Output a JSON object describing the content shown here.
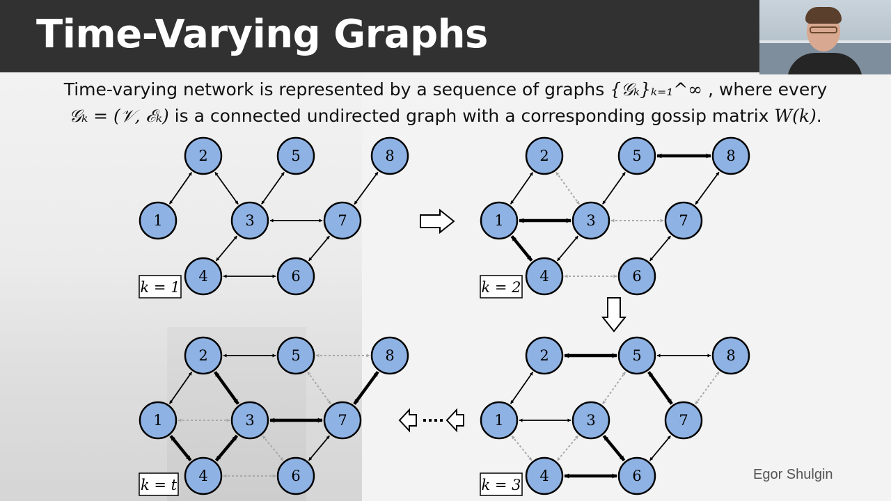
{
  "slide": {
    "title": "Time-Varying Graphs",
    "description_line1": {
      "prefix": "Time-varying network is represented by a sequence of graphs ",
      "math": "{𝒢ₖ}ₖ₌₁^∞",
      "suffix": " , where every"
    },
    "description_line2": {
      "math_prefix": "𝒢ₖ = (𝒱, ℰₖ)",
      "middle": " is a connected undirected graph with a corresponding gossip matrix ",
      "math_suffix": "W(k)",
      "end": "."
    },
    "author": "Egor Shulgin"
  },
  "colors": {
    "title_bar": "#313131",
    "node_fill": "#8eb2e3",
    "solid_edge": "#000000",
    "dotted_edge": "#a8a8a8"
  },
  "graphs": [
    {
      "label": "k = 1",
      "edges": [
        [
          "1",
          "2",
          "thin"
        ],
        [
          "2",
          "3",
          "thin"
        ],
        [
          "3",
          "5",
          "thin"
        ],
        [
          "3",
          "7",
          "thin"
        ],
        [
          "3",
          "4",
          "thin"
        ],
        [
          "4",
          "6",
          "thin"
        ],
        [
          "6",
          "7",
          "thin"
        ],
        [
          "7",
          "8",
          "thin"
        ]
      ]
    },
    {
      "label": "k = 2",
      "edges": [
        [
          "1",
          "2",
          "thin"
        ],
        [
          "2",
          "3",
          "dotted"
        ],
        [
          "1",
          "3",
          "thick"
        ],
        [
          "1",
          "4",
          "thick"
        ],
        [
          "3",
          "4",
          "thin"
        ],
        [
          "3",
          "5",
          "thin"
        ],
        [
          "5",
          "8",
          "thick"
        ],
        [
          "3",
          "7",
          "dotted"
        ],
        [
          "7",
          "8",
          "thin"
        ],
        [
          "4",
          "6",
          "dotted"
        ],
        [
          "6",
          "7",
          "thin"
        ]
      ]
    },
    {
      "label": "k = 3",
      "edges": [
        [
          "2",
          "5",
          "thick"
        ],
        [
          "5",
          "8",
          "thin"
        ],
        [
          "1",
          "2",
          "thin"
        ],
        [
          "1",
          "3",
          "thin"
        ],
        [
          "3",
          "5",
          "dotted"
        ],
        [
          "5",
          "7",
          "thick"
        ],
        [
          "7",
          "8",
          "dotted"
        ],
        [
          "1",
          "4",
          "dotted"
        ],
        [
          "3",
          "4",
          "dotted"
        ],
        [
          "4",
          "6",
          "thick"
        ],
        [
          "3",
          "6",
          "thick"
        ],
        [
          "6",
          "7",
          "thin"
        ]
      ]
    },
    {
      "label": "k = t",
      "edges": [
        [
          "2",
          "5",
          "thin"
        ],
        [
          "5",
          "8",
          "dotted"
        ],
        [
          "1",
          "2",
          "thin"
        ],
        [
          "2",
          "3",
          "thick"
        ],
        [
          "1",
          "3",
          "dotted"
        ],
        [
          "3",
          "7",
          "thick"
        ],
        [
          "5",
          "7",
          "dotted"
        ],
        [
          "7",
          "8",
          "thick"
        ],
        [
          "1",
          "4",
          "thick"
        ],
        [
          "3",
          "4",
          "thick"
        ],
        [
          "3",
          "6",
          "dotted"
        ],
        [
          "4",
          "6",
          "dotted"
        ],
        [
          "6",
          "7",
          "thin"
        ]
      ]
    }
  ],
  "transitions": [
    {
      "direction": "right",
      "style": "hollow"
    },
    {
      "direction": "down",
      "style": "hollow"
    },
    {
      "direction": "left",
      "style": "hollow-dotted"
    }
  ]
}
